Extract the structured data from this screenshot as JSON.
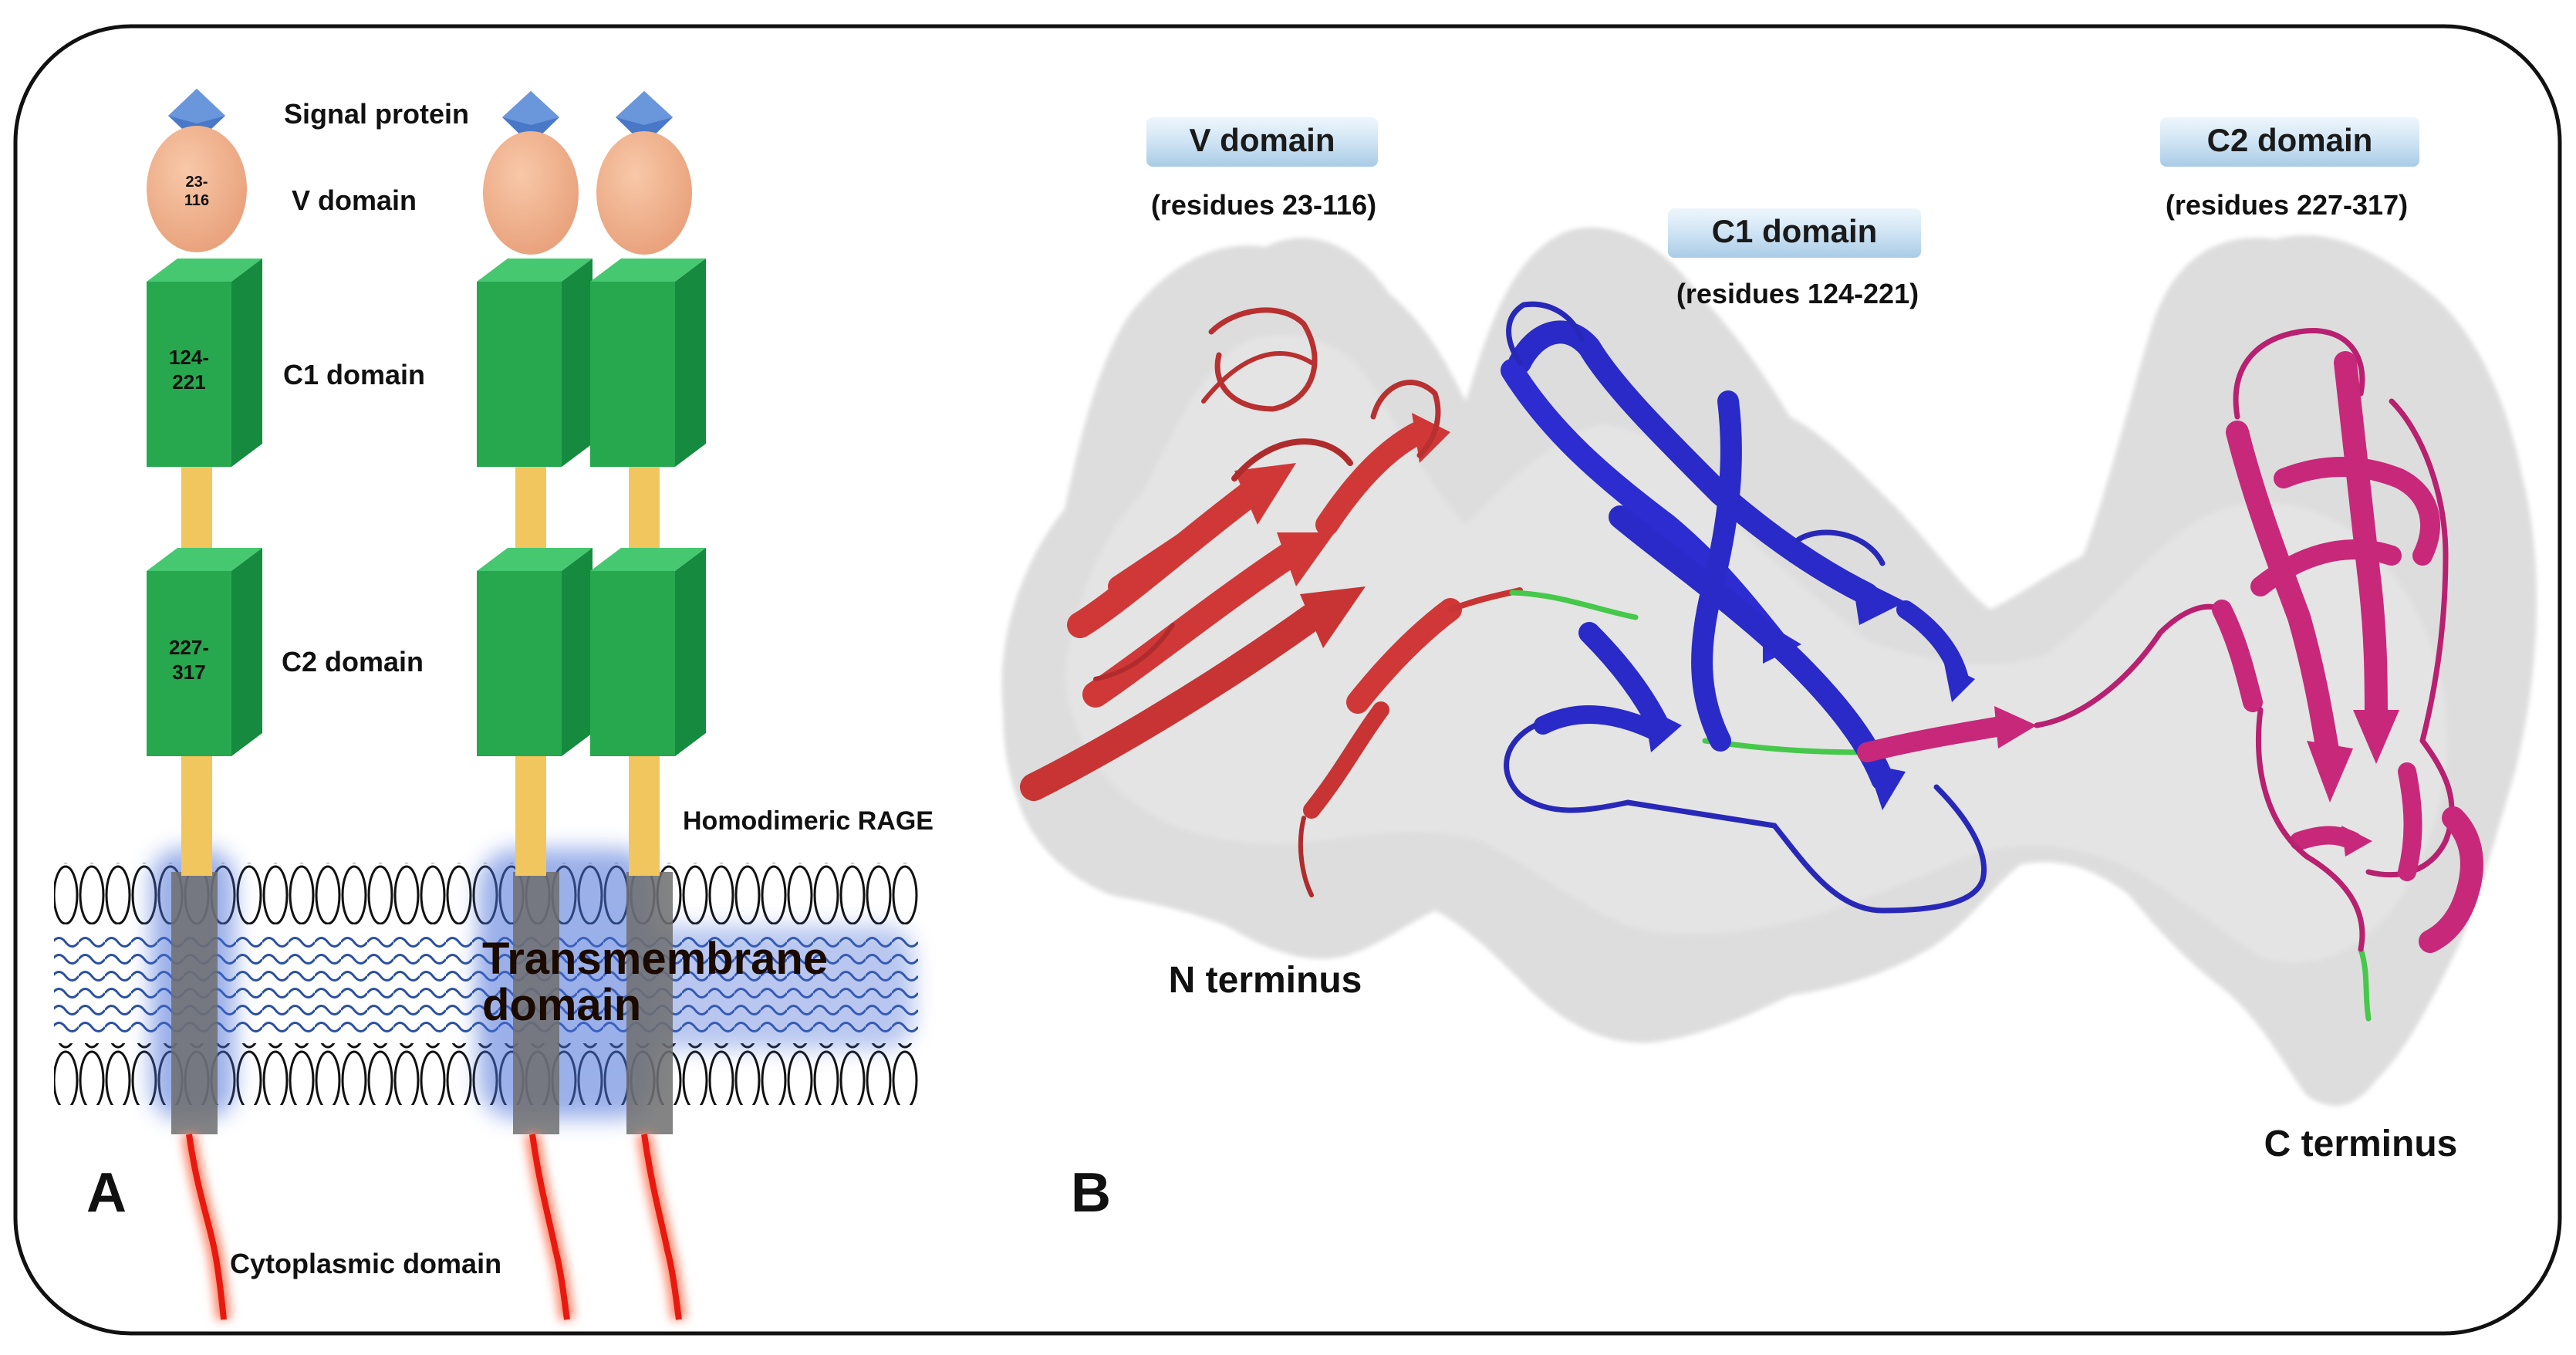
{
  "panel_a": {
    "letter": "A",
    "signal_label": "Signal protein",
    "v_label": "V domain",
    "c1_label": "C1 domain",
    "c2_label": "C2 domain",
    "homodimer_label": "Homodimeric RAGE",
    "tm_label_line1": "Transmembrane",
    "tm_label_line2": "domain",
    "cyto_label": "Cytoplasmic domain",
    "v_range_1": "23-",
    "v_range_2": "116",
    "c1_range_1": "124-",
    "c1_range_2": "221",
    "c2_range_1": "227-",
    "c2_range_2": "317"
  },
  "panel_b": {
    "letter": "B",
    "v_tag": "V domain",
    "v_residues": "(residues 23-116)",
    "c1_tag": "C1 domain",
    "c1_residues": "(residues 124-221)",
    "c2_tag": "C2 domain",
    "c2_residues": "(residues 227-317)",
    "n_terminus": "N terminus",
    "c_terminus": "C terminus"
  },
  "colors": {
    "v_domain": "#f2b28f",
    "c_domain": "#2fb45a",
    "linker": "#f2c65e",
    "signal": "#4a78c8",
    "ribbon_v": "#d03838",
    "ribbon_c1": "#2a2ac8",
    "ribbon_c2": "#c8287a",
    "linker_ribbon": "#46c84a",
    "cyto_tail": "#e81a10"
  }
}
